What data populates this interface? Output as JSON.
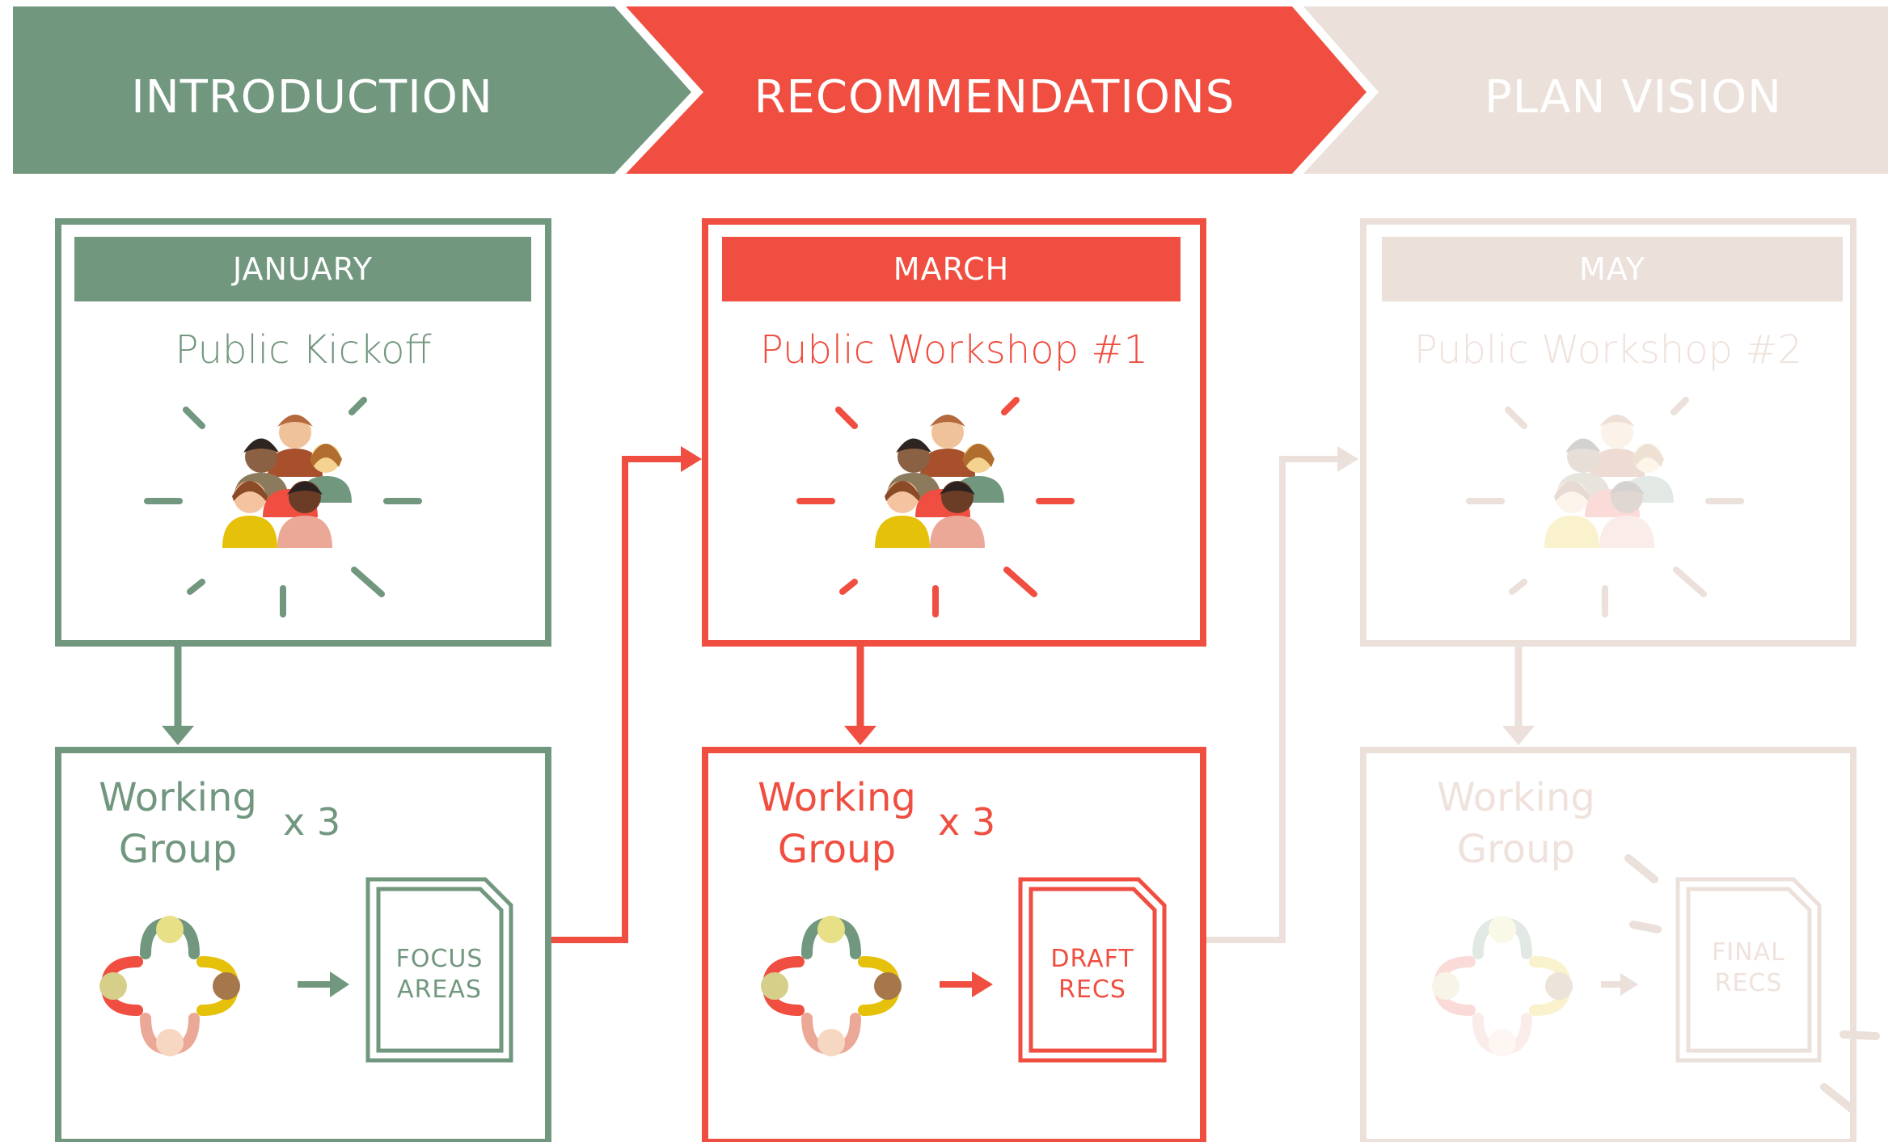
{
  "colors": {
    "green": "#72977f",
    "red": "#ef4e40",
    "faded": "#ebe0da",
    "faded_text": "#efe2dc"
  },
  "phases": [
    {
      "label": "INTRODUCTION",
      "month": "JANUARY",
      "event": "Public Kickoff",
      "wg_line1": "Working",
      "wg_line2": "Group",
      "multiplier": "x 3",
      "doc_line1": "FOCUS",
      "doc_line2": "AREAS"
    },
    {
      "label": "RECOMMENDATIONS",
      "month": "MARCH",
      "event": "Public Workshop #1",
      "wg_line1": "Working",
      "wg_line2": "Group",
      "multiplier": "x 3",
      "doc_line1": "DRAFT",
      "doc_line2": "RECS"
    },
    {
      "label": "PLAN VISION",
      "month": "MAY",
      "event": "Public Workshop #2",
      "wg_line1": "Working",
      "wg_line2": "Group",
      "multiplier": "",
      "doc_line1": "FINAL",
      "doc_line2": "RECS"
    }
  ],
  "icons": {
    "crowd": "group-of-people-icon",
    "table": "people-around-table-icon",
    "document": "document-icon",
    "arrow": "arrow-right-icon"
  }
}
